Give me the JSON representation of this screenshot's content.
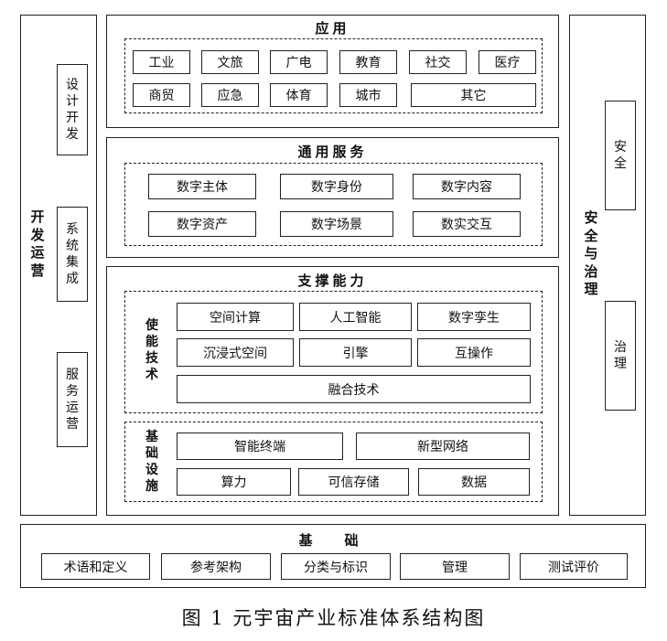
{
  "left_panel": {
    "label": "开发运营",
    "items": [
      "设计开发",
      "系统集成",
      "服务运营"
    ]
  },
  "right_panel": {
    "label": "安全与治理",
    "items": [
      "安全",
      "治理"
    ]
  },
  "application": {
    "title": "应用",
    "row1": [
      "工业",
      "文旅",
      "广电",
      "教育",
      "社交",
      "医疗"
    ],
    "row2": [
      "商贸",
      "应急",
      "体育",
      "城市",
      "其它"
    ]
  },
  "common_services": {
    "title": "通用服务",
    "row1": [
      "数字主体",
      "数字身份",
      "数字内容"
    ],
    "row2": [
      "数字资产",
      "数字场景",
      "数实交互"
    ]
  },
  "support": {
    "title": "支撑能力",
    "enabling": {
      "label": "使能技术",
      "row1": [
        "空间计算",
        "人工智能",
        "数字孪生"
      ],
      "row2": [
        "沉浸式空间",
        "引擎",
        "互操作"
      ],
      "row3": [
        "融合技术"
      ]
    },
    "infrastructure": {
      "label": "基础设施",
      "row1": [
        "智能终端",
        "新型网络"
      ],
      "row2": [
        "算力",
        "可信存储",
        "数据"
      ]
    }
  },
  "foundation": {
    "title": "基　础",
    "items": [
      "术语和定义",
      "参考架构",
      "分类与标识",
      "管理",
      "测试评价"
    ]
  },
  "caption": "图 1 元宇宙产业标准体系结构图"
}
